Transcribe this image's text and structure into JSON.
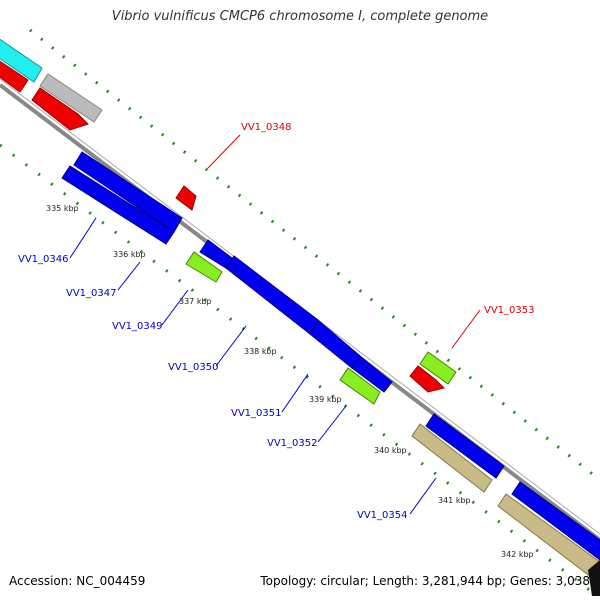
{
  "title": "Vibrio vulnificus CMCP6 chromosome I, complete genome",
  "footer": {
    "accession": "Accession: NC_004459",
    "summary": "Topology: circular; Length: 3,281,944 bp; Genes: 3,038"
  },
  "colors": {
    "backbone": "#888888",
    "blue_gene": "#0000ee",
    "red_gene": "#ee0000",
    "cyan_gene": "#22eeee",
    "gray_gene": "#bbbbbb",
    "green_gene": "#66cc00",
    "tan_gene": "#c8bb88",
    "tick_green": "#228822",
    "label_blue": "#0000cc",
    "label_red": "#dd0000"
  },
  "gene_labels": [
    {
      "name": "VV1_0346",
      "color": "blue"
    },
    {
      "name": "VV1_0347",
      "color": "blue"
    },
    {
      "name": "VV1_0348",
      "color": "red"
    },
    {
      "name": "VV1_0349",
      "color": "blue"
    },
    {
      "name": "VV1_0350",
      "color": "blue"
    },
    {
      "name": "VV1_0351",
      "color": "blue"
    },
    {
      "name": "VV1_0352",
      "color": "blue"
    },
    {
      "name": "VV1_0353",
      "color": "red"
    },
    {
      "name": "VV1_0354",
      "color": "blue"
    }
  ],
  "ticks": [
    "335 kbp",
    "336 kbp",
    "337 kbp",
    "338 kbp",
    "339 kbp",
    "340 kbp",
    "341 kbp",
    "342 kbp"
  ]
}
